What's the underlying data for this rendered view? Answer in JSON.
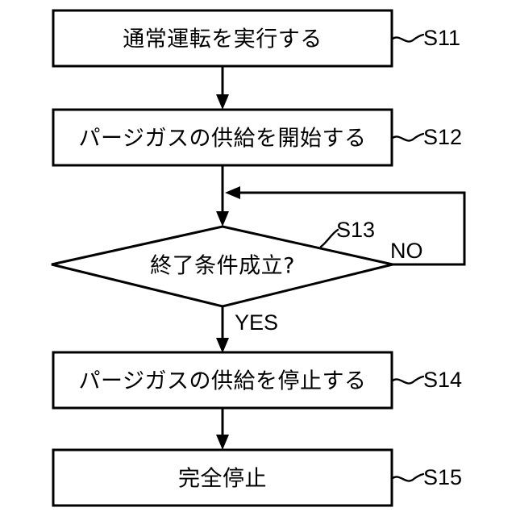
{
  "diagram": {
    "type": "flowchart",
    "title": "",
    "orientation": "vertical",
    "background_color": "#ffffff",
    "line_color": "#000000",
    "nodes": [
      {
        "id": "S11",
        "shape": "process",
        "text": "通常運転を実行する",
        "step_label": "S11"
      },
      {
        "id": "S12",
        "shape": "process",
        "text": "パージガスの供給を開始する",
        "step_label": "S12"
      },
      {
        "id": "S13",
        "shape": "decision",
        "text": "終了条件成立?",
        "step_label": "S13"
      },
      {
        "id": "S14",
        "shape": "process",
        "text": "パージガスの供給を停止する",
        "step_label": "S14"
      },
      {
        "id": "S15",
        "shape": "process",
        "text": "完全停止",
        "step_label": "S15"
      }
    ],
    "branches": {
      "yes": "YES",
      "no": "NO"
    }
  }
}
